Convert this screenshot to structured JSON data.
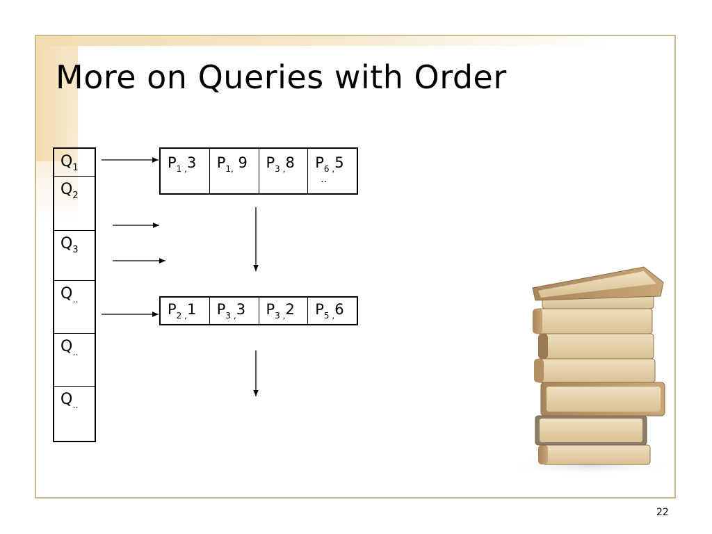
{
  "slide": {
    "title": "More on Queries with Order",
    "page_number": "22"
  },
  "queries": [
    {
      "base": "Q",
      "sub": "1"
    },
    {
      "base": "Q",
      "sub": "2"
    },
    {
      "base": "Q",
      "sub": "3"
    },
    {
      "base": "Q",
      "sub": ".."
    },
    {
      "base": "Q",
      "sub": ".."
    },
    {
      "base": "Q",
      "sub": ".."
    }
  ],
  "list1": {
    "cells": [
      {
        "p": "P",
        "sub": "1 ,",
        "val": "3"
      },
      {
        "p": "P",
        "sub": "1,",
        "val": " 9"
      },
      {
        "p": "P",
        "sub": "3 ,",
        "val": "8"
      },
      {
        "p": "P",
        "sub": "6 ,",
        "val": "5"
      }
    ],
    "continuation": ".."
  },
  "list2": {
    "cells": [
      {
        "p": "P",
        "sub": "2 ,",
        "val": "1"
      },
      {
        "p": "P",
        "sub": "3 ,",
        "val": "3"
      },
      {
        "p": "P",
        "sub": "3 ,",
        "val": "2"
      },
      {
        "p": "P",
        "sub": "5 ,",
        "val": "6"
      }
    ]
  },
  "illustration": {
    "icon": "stack-of-books-icon"
  }
}
